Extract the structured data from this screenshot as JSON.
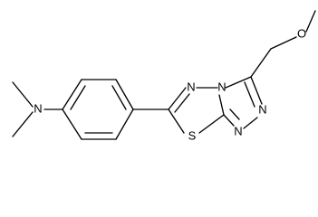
{
  "image": {
    "background": "#ffffff",
    "line_color": "#000000"
  },
  "atoms": {
    "n_dimethyl": "N",
    "s_ring": "S",
    "n_top": "N",
    "n_bridge": "N",
    "n_right_upper": "N",
    "n_right_lower": "N",
    "o_ether": "O"
  }
}
